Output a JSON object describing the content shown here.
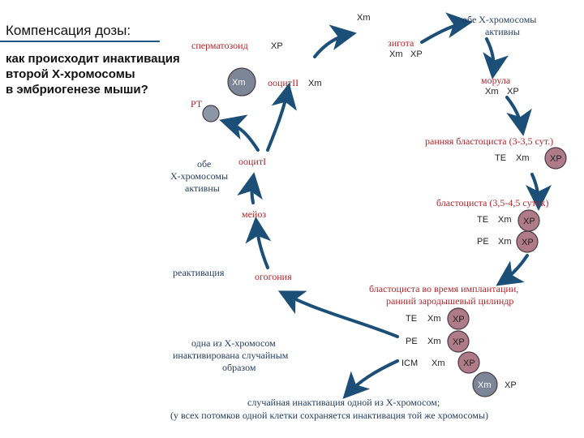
{
  "title": "Компенсация дозы:",
  "subtitle": [
    "как происходит инактивация",
    "второй Х-хромосомы",
    "в эмбриогенезе мыши?"
  ],
  "colors": {
    "arrow": "#1b4f78",
    "red_label": "#b0252a",
    "cell_active": "#b07b88",
    "cell_inactive": "#7b8797",
    "cell_border": "#4a3a46"
  },
  "labels": {
    "spermatozoid": "сперматозоид",
    "xp": "XP",
    "xm": "Xm",
    "zygote": "зигота",
    "both_x_active_top": [
      "обе Х-хромосомы",
      "активны"
    ],
    "morula": "морула",
    "early_blastocyst": "ранняя бластоциста (3-3,5 сут.)",
    "blastocyst": "бластоциста (3,5-4,5 суток)",
    "implant": [
      "бластоциста во время имплантации,",
      "ранний зародышевый цилиндр"
    ],
    "oocyte2": "ооцитII",
    "oocyte1": "ооцитI",
    "rt": "РТ",
    "both_x_active_left": [
      "обе",
      "Х-хромосомы",
      "активны"
    ],
    "meiosis": "мейоз",
    "reactivation": "реактивация",
    "oogonia": "огогония",
    "random_one": [
      "одна из Х-хромосом",
      "инактивирована случайным",
      "образом"
    ],
    "bottom": [
      "случайная инактивация одной из Х-хромосом;",
      "(у всех потомков одной клетки сохраняется инактивация той же хромосомы)"
    ],
    "te": "TE",
    "pe": "PE",
    "icm": "ICM"
  },
  "icons": [
    "cycle-arrow",
    "cell-circle"
  ]
}
